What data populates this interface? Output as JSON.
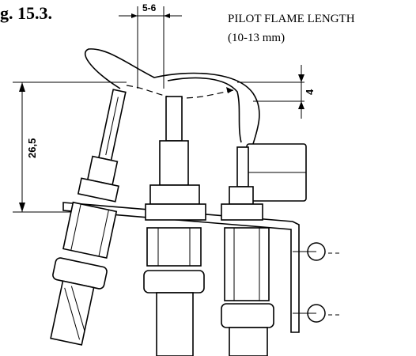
{
  "figure": {
    "label": "g. 15.3."
  },
  "annotation": {
    "line1": "PILOT FLAME LENGTH",
    "line2": "(10-13 mm)"
  },
  "dimensions": {
    "gap": "5-6",
    "height": "26,5",
    "flame_offset": "4"
  }
}
